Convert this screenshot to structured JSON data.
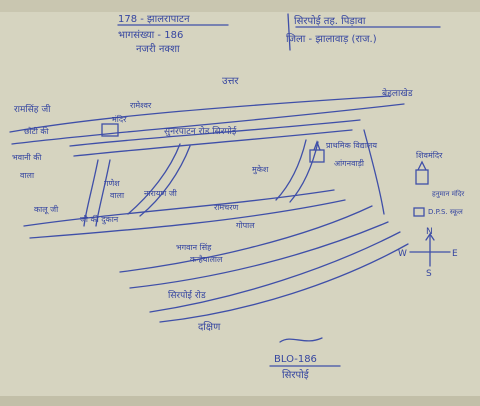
{
  "header": {
    "line1": "178 - झालरापाटन",
    "line2": "भागसंख्या - 186",
    "line3": "नजरी नक्शा",
    "place": "सिरपोई तह. पिड़ावा",
    "district": "जिला - झालावाड़ (राज.)"
  },
  "directions": {
    "north_top": "उत्तर",
    "south_bottom": "दक्षिण",
    "compass": {
      "n": "N",
      "s": "S",
      "e": "E",
      "w": "W"
    }
  },
  "labels": {
    "road_top_right": "बेहलाखेड",
    "left_1": "रामसिंह जी",
    "left_2": "छोटी की",
    "left_3": "भवानी की",
    "left_4": "वाला",
    "temple": "मंदिर",
    "road_main": "सुनरपाटन रोड सिरपोई",
    "road_upper": "रामेश्वर",
    "mid_left_1": "गणेश",
    "mid_left_2": "वाला",
    "mid_1": "नारायण जी",
    "mid_2": "जी की दुकान",
    "school": "प्राथमिक विद्यालय",
    "masjid": "आंगनवाड़ी",
    "right_1": "शिवमंदिर",
    "right_2": "हनुमान मंदिर",
    "right_3": "D.P.S. स्कूल",
    "lower_1": "कालू जी",
    "lower_2": "मुकेश",
    "lower_3": "रामचरण",
    "lower_4": "भगवान सिंह",
    "lower_5": "गोपाल",
    "lower_6": "कन्हैयालाल",
    "lower_7": "सिरपोई रोड",
    "bottom_code": "BLO-186",
    "bottom_name": "सिरपोई"
  }
}
